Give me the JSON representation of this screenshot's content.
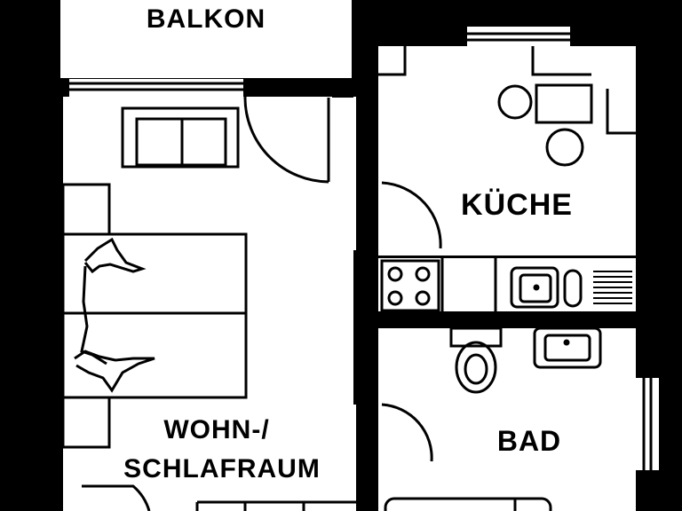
{
  "rooms": {
    "balcony": "BALKON",
    "kitchen": "KÜCHE",
    "bath": "BAD",
    "living_line1": "WOHN-/",
    "living_line2": "SCHLAFRAUM"
  }
}
